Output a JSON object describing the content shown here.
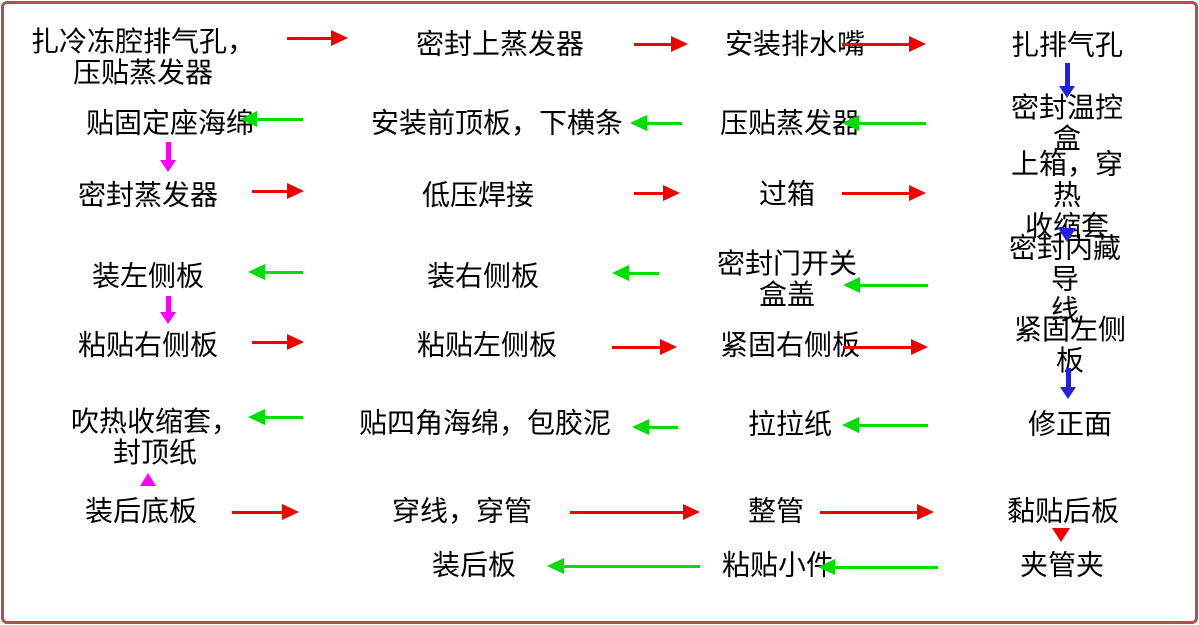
{
  "frame": {
    "border_color": "#b0504e"
  },
  "colors": {
    "forward_arrow": "#f00000",
    "return_arrow": "#00dd00",
    "down_arrow": "#2222dd",
    "stage_arrow": "#ff00ff",
    "text": "#000000",
    "background": "#ffffff"
  },
  "diagram_type": "process-flowchart",
  "nodes": {
    "n1": {
      "label": "扎冷冻腔排气孔，\n压贴蒸发器"
    },
    "n2": {
      "label": "密封上蒸发器"
    },
    "n3": {
      "label": "安装排水嘴"
    },
    "n4": {
      "label": "扎排气孔"
    },
    "n5": {
      "label": "密封温控盒"
    },
    "n6": {
      "label": "压贴蒸发器"
    },
    "n7": {
      "label": "安装前顶板，下横条"
    },
    "n8": {
      "label": "贴固定座海绵"
    },
    "n9": {
      "label": "密封蒸发器"
    },
    "n10": {
      "label": "低压焊接"
    },
    "n11": {
      "label": "过箱"
    },
    "n12": {
      "label": "上箱，穿热\n收缩套"
    },
    "n13": {
      "label": "密封内藏导\n线"
    },
    "n14": {
      "label": "密封门开关\n盒盖"
    },
    "n15": {
      "label": "装右侧板"
    },
    "n16": {
      "label": "装左侧板"
    },
    "n17": {
      "label": "粘贴右侧板"
    },
    "n18": {
      "label": "粘贴左侧板"
    },
    "n19": {
      "label": "紧固右侧板"
    },
    "n20": {
      "label": "紧固左侧板"
    },
    "n21": {
      "label": "修正面"
    },
    "n22": {
      "label": "拉拉纸"
    },
    "n23": {
      "label": "贴四角海绵，包胶泥"
    },
    "n24": {
      "label": "吹热收缩套，\n封顶纸"
    },
    "n25": {
      "label": "装后底板"
    },
    "n26": {
      "label": "穿线，穿管"
    },
    "n27": {
      "label": "整管"
    },
    "n28": {
      "label": "黏贴后板"
    },
    "n29": {
      "label": "夹管夹"
    },
    "n30": {
      "label": "粘贴小件"
    },
    "n31": {
      "label": "装后板"
    }
  },
  "edges": [
    {
      "from": "n1",
      "to": "n2",
      "color": "red",
      "direction": "right"
    },
    {
      "from": "n2",
      "to": "n3",
      "color": "red",
      "direction": "right"
    },
    {
      "from": "n3",
      "to": "n4",
      "color": "red",
      "direction": "right"
    },
    {
      "from": "n4",
      "to": "n5",
      "color": "blue",
      "direction": "down"
    },
    {
      "from": "n5",
      "to": "n6",
      "color": "green",
      "direction": "left"
    },
    {
      "from": "n6",
      "to": "n7",
      "color": "green",
      "direction": "left"
    },
    {
      "from": "n7",
      "to": "n8",
      "color": "green",
      "direction": "left"
    },
    {
      "from": "n8",
      "to": "n9",
      "color": "magenta",
      "direction": "down"
    },
    {
      "from": "n9",
      "to": "n10",
      "color": "red",
      "direction": "right"
    },
    {
      "from": "n10",
      "to": "n11",
      "color": "red",
      "direction": "right"
    },
    {
      "from": "n11",
      "to": "n12",
      "color": "red",
      "direction": "right"
    },
    {
      "from": "n12",
      "to": "n13",
      "color": "blue",
      "direction": "down",
      "style": "triangle-only"
    },
    {
      "from": "n13",
      "to": "n14",
      "color": "green",
      "direction": "left"
    },
    {
      "from": "n14",
      "to": "n15",
      "color": "green",
      "direction": "left"
    },
    {
      "from": "n15",
      "to": "n16",
      "color": "green",
      "direction": "left"
    },
    {
      "from": "n16",
      "to": "n17",
      "color": "magenta",
      "direction": "down"
    },
    {
      "from": "n17",
      "to": "n18",
      "color": "red",
      "direction": "right"
    },
    {
      "from": "n18",
      "to": "n19",
      "color": "red",
      "direction": "right"
    },
    {
      "from": "n19",
      "to": "n20",
      "color": "red",
      "direction": "right"
    },
    {
      "from": "n20",
      "to": "n21",
      "color": "blue",
      "direction": "down"
    },
    {
      "from": "n21",
      "to": "n22",
      "color": "green",
      "direction": "left"
    },
    {
      "from": "n22",
      "to": "n23",
      "color": "green",
      "direction": "left"
    },
    {
      "from": "n23",
      "to": "n24",
      "color": "green",
      "direction": "left"
    },
    {
      "from": "n24",
      "to": "n25",
      "color": "magenta",
      "direction": "up",
      "style": "triangle-only"
    },
    {
      "from": "n25",
      "to": "n26",
      "color": "red",
      "direction": "right"
    },
    {
      "from": "n26",
      "to": "n27",
      "color": "red",
      "direction": "right"
    },
    {
      "from": "n27",
      "to": "n28",
      "color": "red",
      "direction": "right"
    },
    {
      "from": "n28",
      "to": "n29",
      "color": "red",
      "direction": "down",
      "style": "triangle-only"
    },
    {
      "from": "n29",
      "to": "n30",
      "color": "green",
      "direction": "left"
    },
    {
      "from": "n30",
      "to": "n31",
      "color": "green",
      "direction": "left"
    }
  ]
}
